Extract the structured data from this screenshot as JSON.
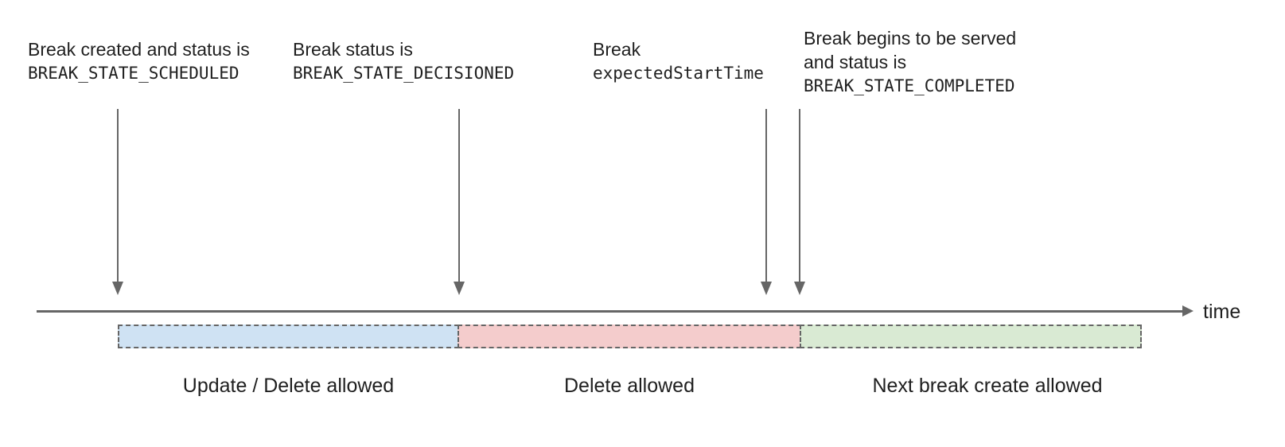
{
  "diagram": {
    "title_semantic": "break-lifecycle-timeline",
    "annotations": [
      {
        "line1": "Break created and status is",
        "code": "BREAK_STATE_SCHEDULED"
      },
      {
        "line1": "Break status is",
        "code": "BREAK_STATE_DECISIONED"
      },
      {
        "line1": "Break",
        "code": "expectedStartTime"
      },
      {
        "line1": "Break begins to be served",
        "line2": "and status is",
        "code": "BREAK_STATE_COMPLETED"
      }
    ],
    "timeline": {
      "axis_label": "time"
    },
    "segments": [
      {
        "label": "Update / Delete allowed",
        "fill": "#cfe2f3"
      },
      {
        "label": "Delete allowed",
        "fill": "#f4cccc"
      },
      {
        "label": "Next break create allowed",
        "fill": "#d9ead3"
      }
    ],
    "colors": {
      "stroke": "#666666",
      "text": "#1f1f1f",
      "segment_border": "#666666"
    }
  }
}
